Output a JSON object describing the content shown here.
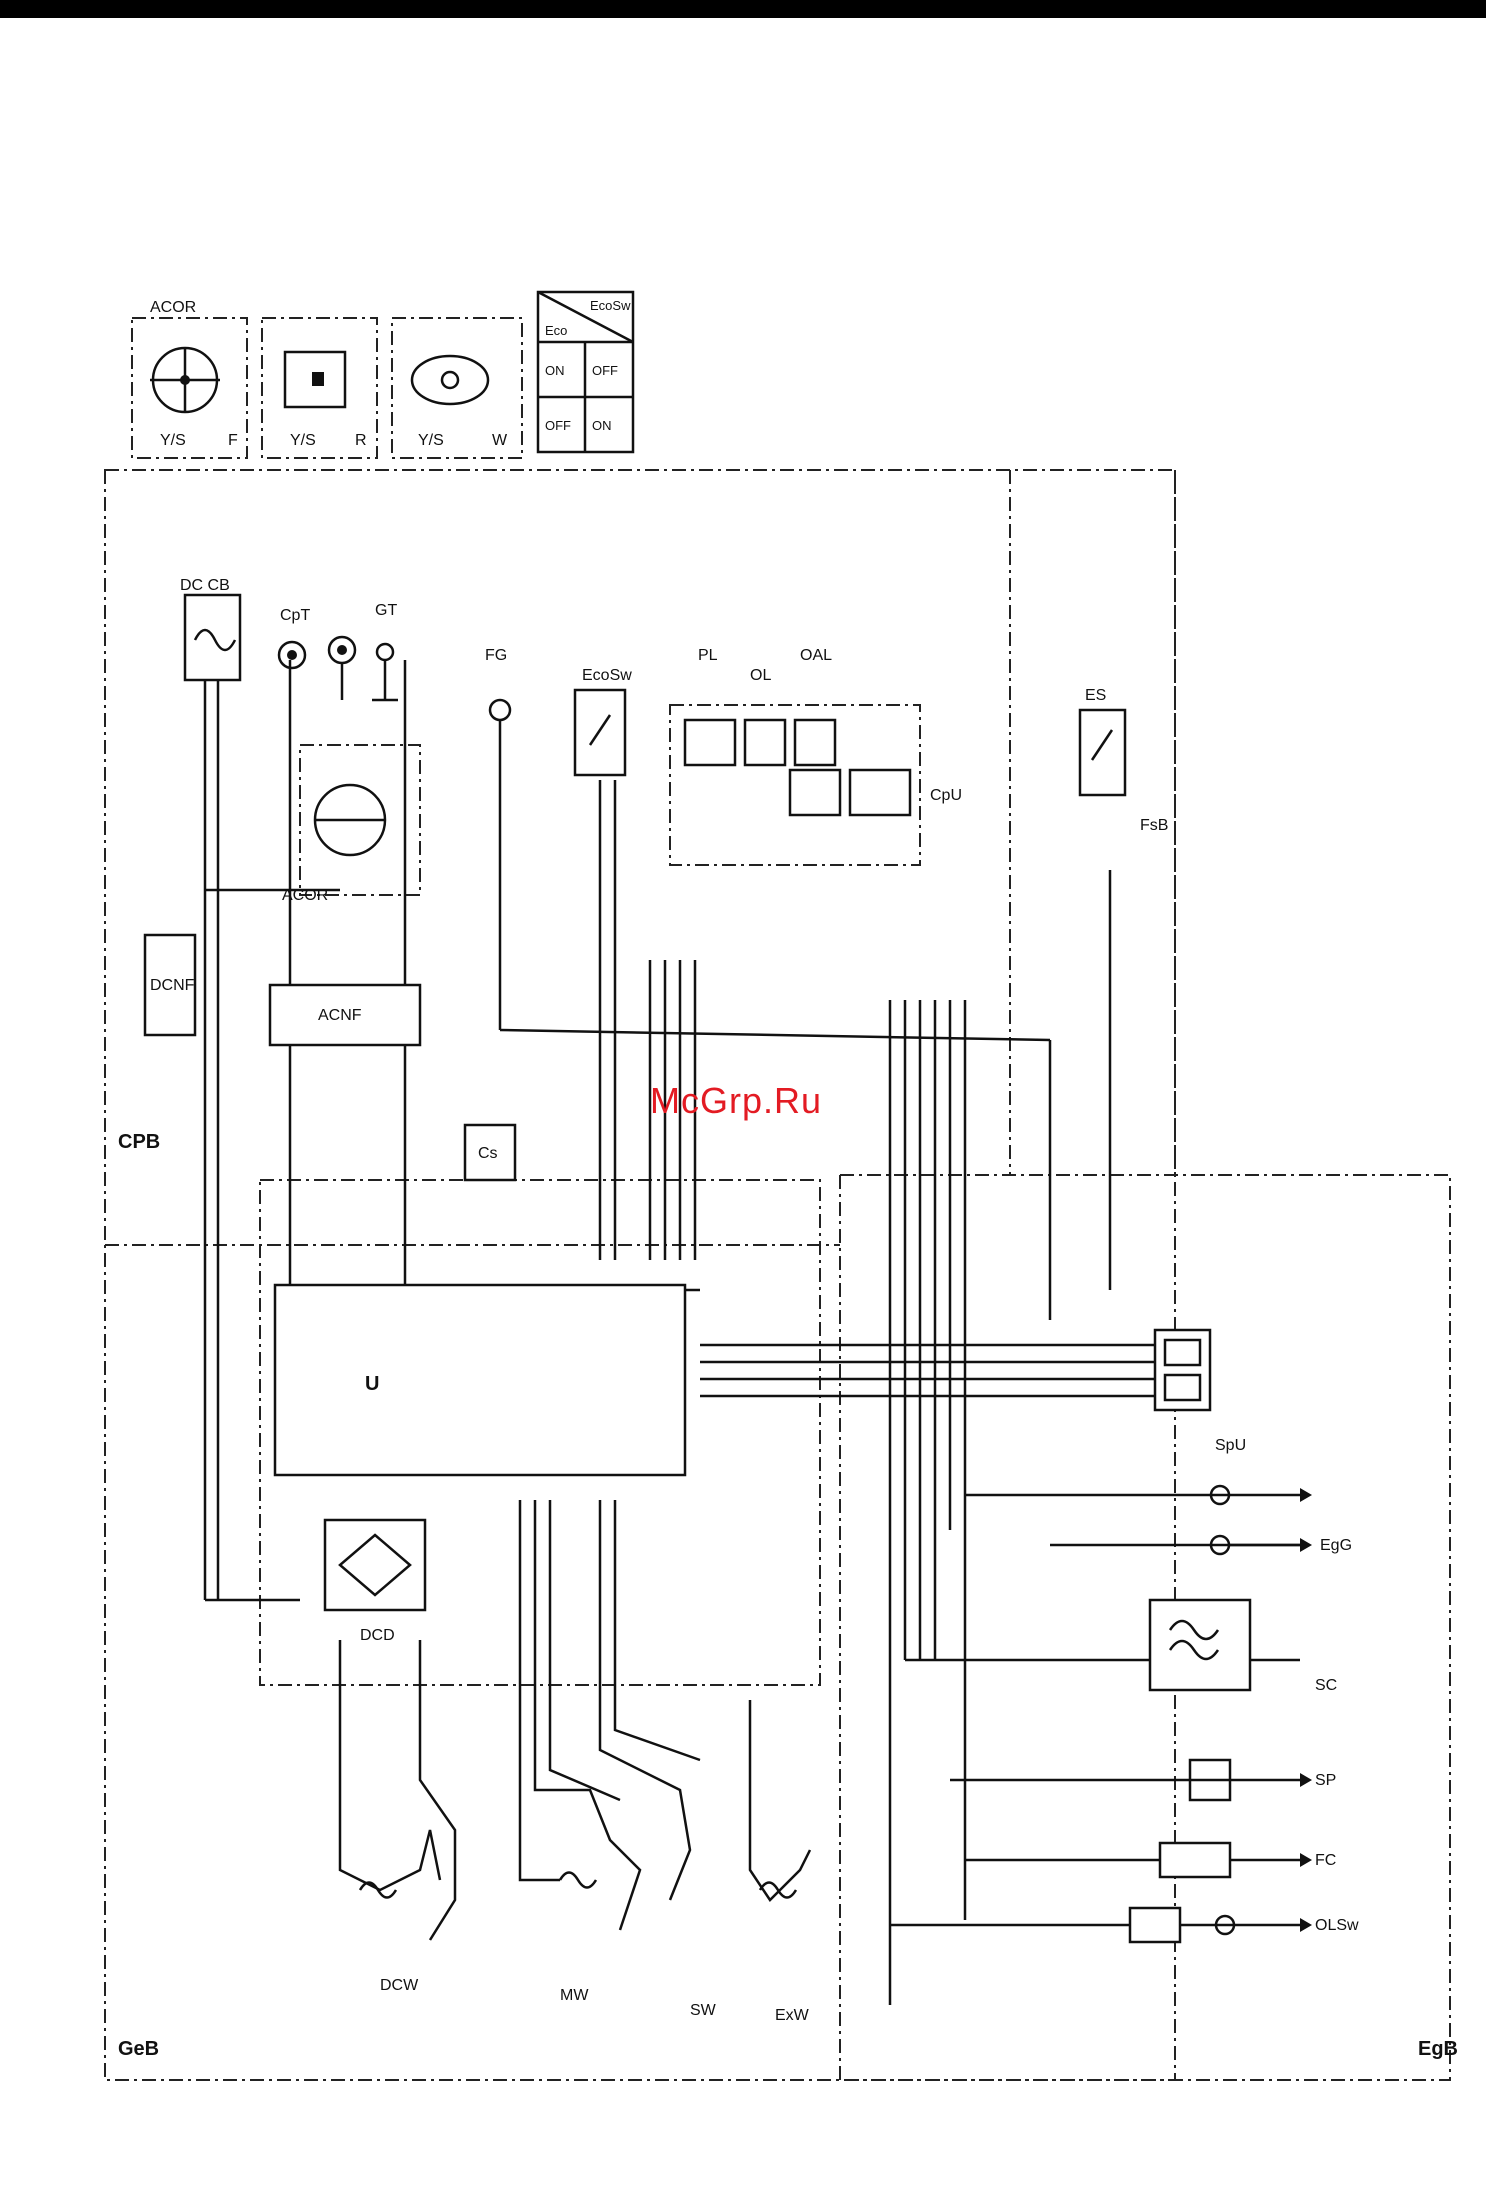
{
  "watermark": "McGrp.Ru",
  "regions": {
    "cpb": "CPB",
    "geb": "GeB",
    "egb": "EgB",
    "fsb": "FsB"
  },
  "legend": {
    "acor": "ACOR",
    "f": "F",
    "r": "R",
    "w": "W",
    "ys": "Y/S"
  },
  "eco_table": {
    "header_left": "Eco",
    "header_right": "EcoSw",
    "row_on": [
      "ON",
      "OFF"
    ],
    "row_off": [
      "OFF",
      "ON"
    ]
  },
  "components": {
    "dc_cb": "DC CB",
    "cp_t": "CpT",
    "gt": "GT",
    "fg": "FG",
    "eco_sw": "EcoSw",
    "pl": "PL",
    "ol": "OL",
    "oal": "OAL",
    "cpu": "CpU",
    "dcnf": "DCNF",
    "acnf": "ACNF",
    "acor": "ACOR",
    "cs": "Cs",
    "u": "U",
    "dcd": "DCD",
    "es_sw": "ES",
    "spu": "SpU",
    "egg": "EgG",
    "sc": "SC",
    "sp": "SP",
    "fc": "FC",
    "olsw": "OLSw",
    "dcw": "DCW",
    "mw": "MW",
    "sw": "SW",
    "exw": "ExW",
    "fsb_unit": "FsB"
  }
}
